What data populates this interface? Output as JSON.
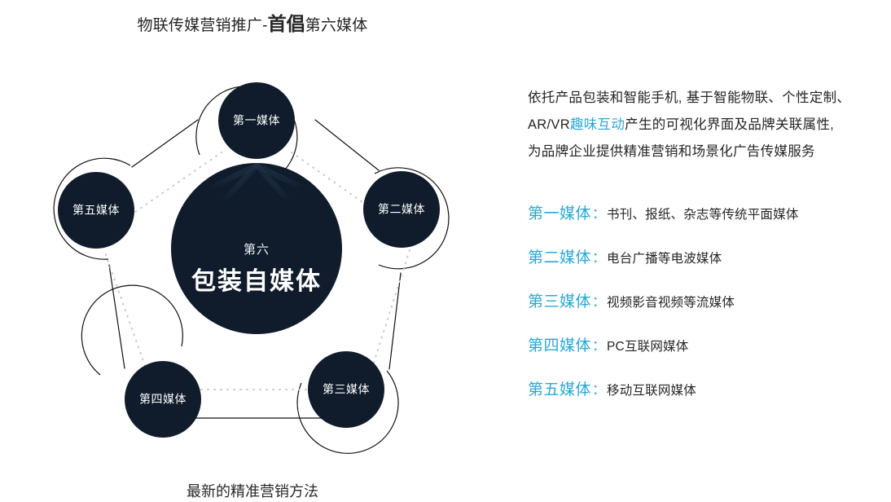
{
  "title": {
    "prefix": "物联传媒营销推广-",
    "strong": "首倡",
    "suffix": "第六媒体"
  },
  "caption": "最新的精准营销方法",
  "colors": {
    "node_fill": "#101c2c",
    "accent_cyan": "#2aa8d8",
    "line_solid": "#111111",
    "line_dotted": "#c9c9c9",
    "text_dark": "#262626"
  },
  "diagram": {
    "center": {
      "sub_label": "第六",
      "main_label": "包装自媒体"
    },
    "nodes": [
      {
        "label": "第一媒体"
      },
      {
        "label": "第二媒体"
      },
      {
        "label": "第三媒体"
      },
      {
        "label": "第四媒体"
      },
      {
        "label": "第五媒体"
      }
    ]
  },
  "right": {
    "intro": {
      "line1": "依托产品包装和智能手机, 基于智能物联、个性定制、",
      "line2_a": "AR/VR",
      "line2_hl": "趣味互动",
      "line2_b": "产生的可视化界面及品牌关联属性,",
      "line3": "为品牌企业提供精准营销和场景化广告传媒服务"
    },
    "media_list": [
      {
        "key": "第一媒体",
        "colon": "：",
        "value": "书刊、报纸、杂志等传统平面媒体"
      },
      {
        "key": "第二媒体",
        "colon": "：",
        "value": "电台广播等电波媒体"
      },
      {
        "key": "第三媒体",
        "colon": "：",
        "value": "视频影音视频等流媒体"
      },
      {
        "key": "第四媒体",
        "colon": "：",
        "value": "PC互联网媒体"
      },
      {
        "key": "第五媒体",
        "colon": "：",
        "value": "移动互联网媒体"
      }
    ]
  }
}
